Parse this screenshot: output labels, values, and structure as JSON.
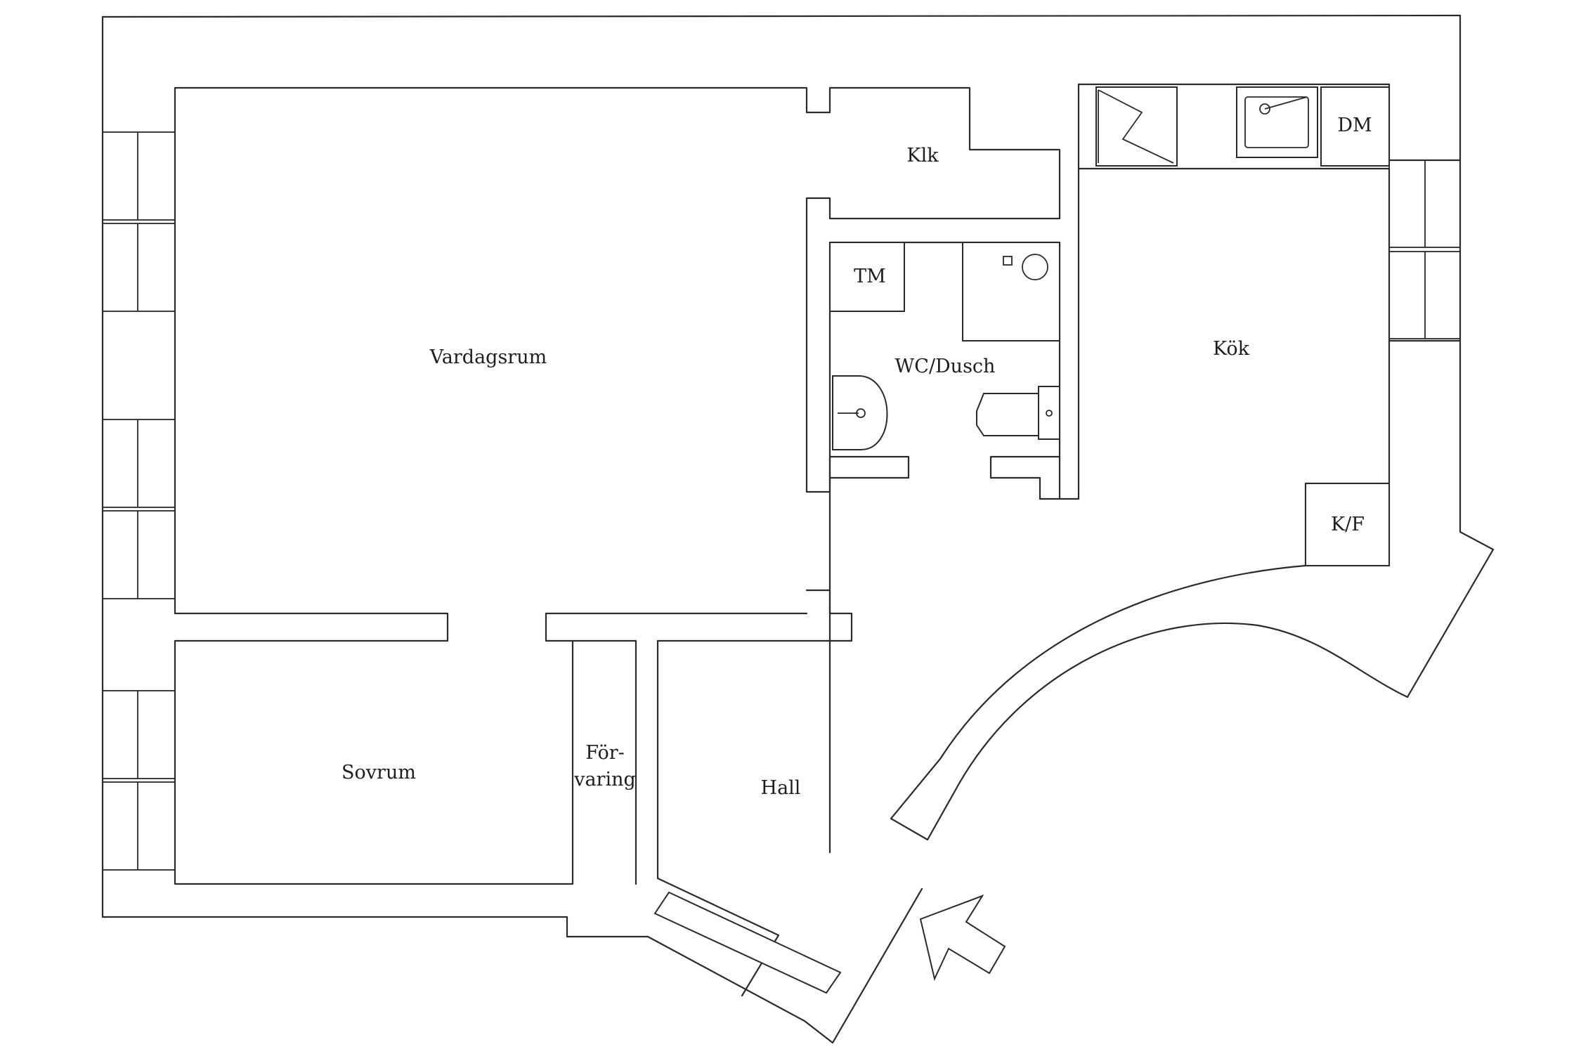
{
  "rooms": {
    "vardagsrum": "Vardagsrum",
    "klk": "Klk",
    "tm": "TM",
    "wc_dusch": "WC/Dusch",
    "kok": "Kök",
    "dm": "DM",
    "kf": "K/F",
    "sovrum": "Sovrum",
    "forvaring_line1": "För-",
    "forvaring_line2": "varing",
    "hall": "Hall"
  },
  "icons": {
    "stove": "stove-icon",
    "sink": "sink-icon",
    "washbasin": "washbasin-icon",
    "toilet": "toilet-icon",
    "shower": "shower-icon",
    "entrance_arrow": "entrance-arrow-icon"
  }
}
